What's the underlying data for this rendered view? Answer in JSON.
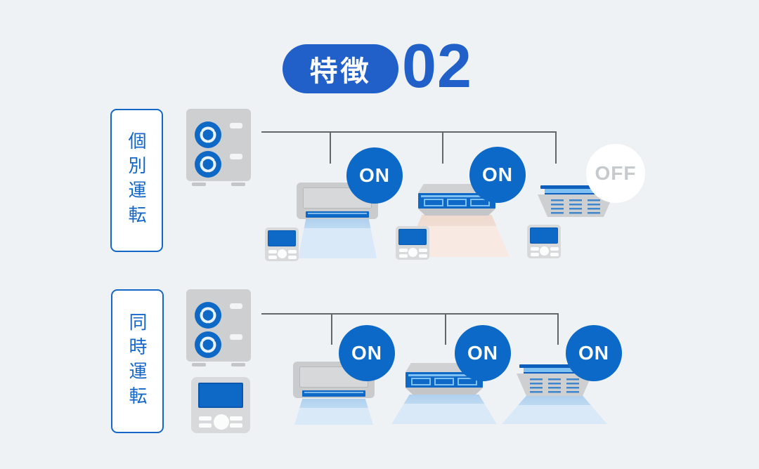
{
  "header": {
    "badge_label": "特徴",
    "number": "02"
  },
  "sections": [
    {
      "label": "個別運転",
      "meaning": "individual operation",
      "outdoor_unit": "outdoor-unit-with-two-fans",
      "units": [
        {
          "type": "wall-mounted",
          "status": "ON",
          "airflow": "cool",
          "remote": "individual-remote"
        },
        {
          "type": "ceiling-suspended",
          "status": "ON",
          "airflow": "warm",
          "remote": "individual-remote"
        },
        {
          "type": "ceiling-cassette",
          "status": "OFF",
          "airflow": "none",
          "remote": "individual-remote"
        }
      ]
    },
    {
      "label": "同時運転",
      "meaning": "simultaneous operation",
      "outdoor_unit": "outdoor-unit-with-two-fans",
      "shared_remote": "single-shared-remote",
      "units": [
        {
          "type": "wall-mounted",
          "status": "ON",
          "airflow": "cool"
        },
        {
          "type": "ceiling-suspended",
          "status": "ON",
          "airflow": "cool"
        },
        {
          "type": "ceiling-cassette",
          "status": "ON",
          "airflow": "cool"
        }
      ]
    }
  ],
  "colors": {
    "background": "#eef2f5",
    "primary_blue": "#2060c8",
    "device_blue": "#0d68c6",
    "label_blue": "#1467c8",
    "badge_on_bg": "#0c69c7",
    "badge_on_text": "#ffffff",
    "badge_off_bg": "#ffffff",
    "badge_off_text": "#c6cacd",
    "unit_gray": "#cdcfd1",
    "line_gray": "#63676b",
    "cool_airflow": "#d9e9f8",
    "warm_airflow": "#f8eae2"
  }
}
